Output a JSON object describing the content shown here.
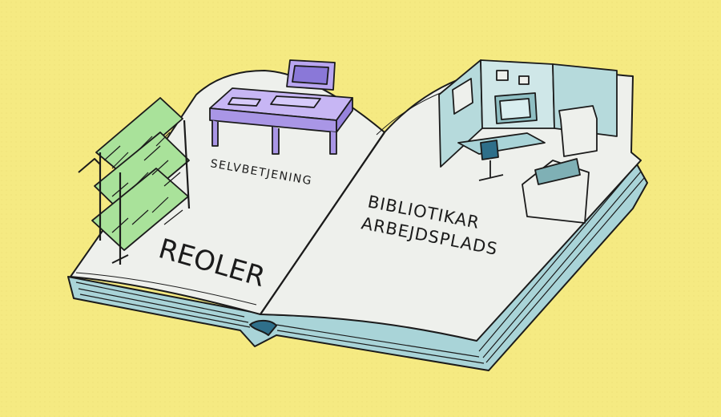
{
  "labels": {
    "reoler": "REOLER",
    "selvbetjening": "SELVBETJENING",
    "bibliotikar_line1": "BIBLIOTIKAR",
    "bibliotikar_line2": "ARBEJDSPLADS"
  },
  "colors": {
    "background": "#f5ea82",
    "page": "#eef0ec",
    "book_edge": "#a9d4d8",
    "shelf_green": "#a9e29a",
    "desk_purple": "#b9a6f0",
    "office_teal": "#b6dadc",
    "ink": "#1b1b1b"
  },
  "icons": [
    "bookshelf-icon",
    "self-service-kiosk-icon",
    "office-workstation-icon",
    "office-chair-icon",
    "printer-icon"
  ]
}
